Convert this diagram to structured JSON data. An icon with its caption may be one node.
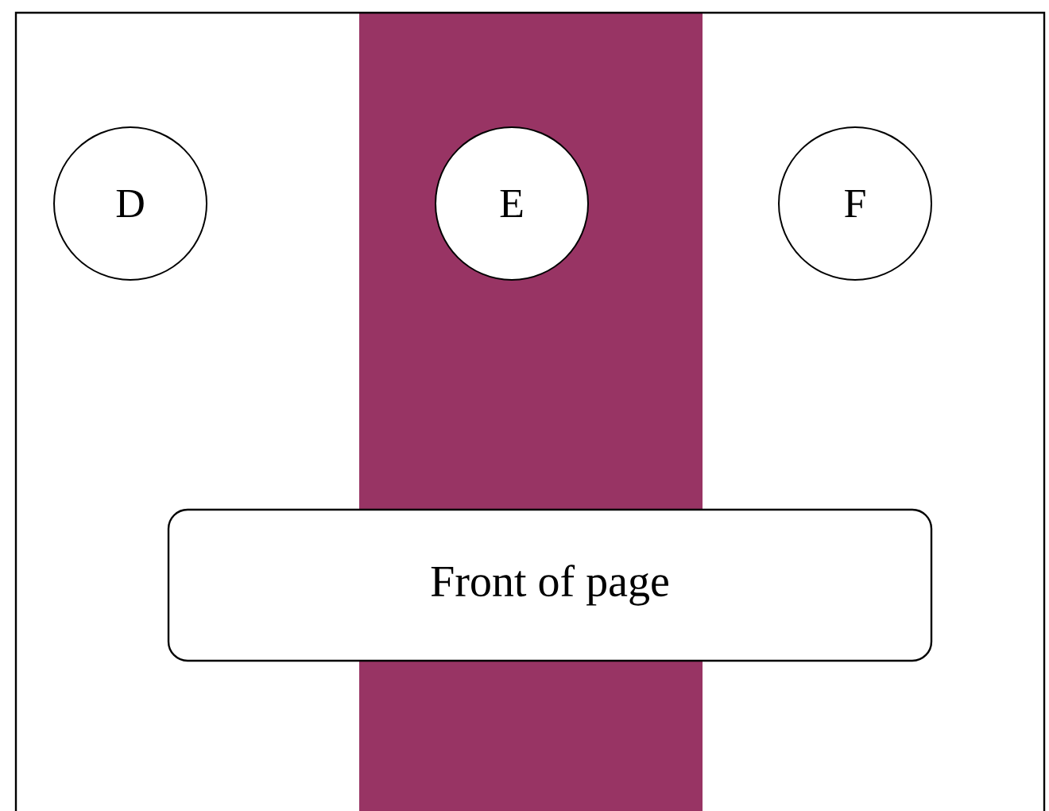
{
  "diagram": {
    "nodes": [
      {
        "text": [
          "D"
        ]
      },
      {
        "text": [
          "E"
        ]
      },
      {
        "text": [
          "F"
        ]
      },
      {
        "text": [
          "Front of page"
        ]
      }
    ]
  }
}
